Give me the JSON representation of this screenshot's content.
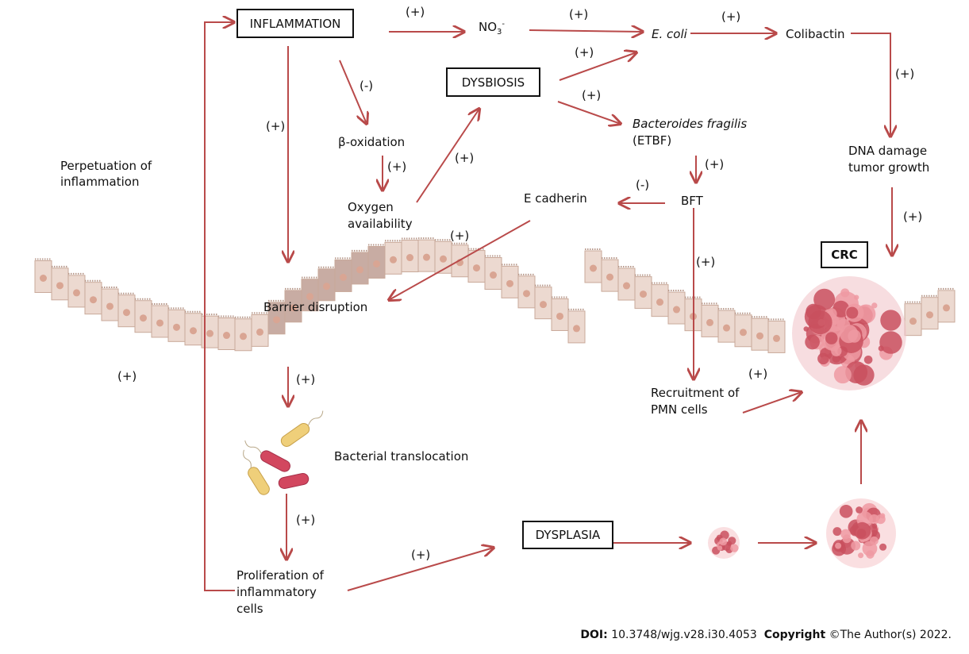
{
  "labels": {
    "inflammation": "INFLAMMATION",
    "no3": "NO",
    "no3_sub": "3",
    "no3_sup": "-",
    "ecoli": "E. coli",
    "colibactin": "Colibactin",
    "dysbiosis": "DYSBIOSIS",
    "beta_oxidation": "β-oxidation",
    "bacteroides": "Bacteroides fragilis",
    "etbf": "(ETBF)",
    "dna_damage_1": "DNA damage",
    "dna_damage_2": "tumor growth",
    "perpetuation_1": "Perpetuation of",
    "perpetuation_2": "inflammation",
    "oxygen_1": "Oxygen",
    "oxygen_2": "availability",
    "e_cadherin": "E cadherin",
    "bft": "BFT",
    "crc": "CRC",
    "barrier": "Barrier disruption",
    "bacterial_translocation": "Bacterial translocation",
    "recruitment_1": "Recruitment of",
    "recruitment_2": "PMN cells",
    "proliferation_1": "Proliferation of",
    "proliferation_2": "inflammatory",
    "proliferation_3": "cells",
    "dysplasia": "DYSPLASIA"
  },
  "signs": {
    "plus": "(+)",
    "minus": "(-)"
  },
  "footer": {
    "doi_label": "DOI:",
    "doi_value": "10.3748/wjg.v28.i30.4053",
    "copyright_label": "Copyright",
    "copyright_value": "©The Author(s) 2022."
  },
  "colors": {
    "arrow": "#b94a4a",
    "cell_fill": "#ecd9d0",
    "cell_stroke": "#c9a99a",
    "nucleus": "#d9a593",
    "disrupted_cell": "#c8aca3",
    "tumor": "#c9505e",
    "tumor_light": "#ef9aa2"
  }
}
